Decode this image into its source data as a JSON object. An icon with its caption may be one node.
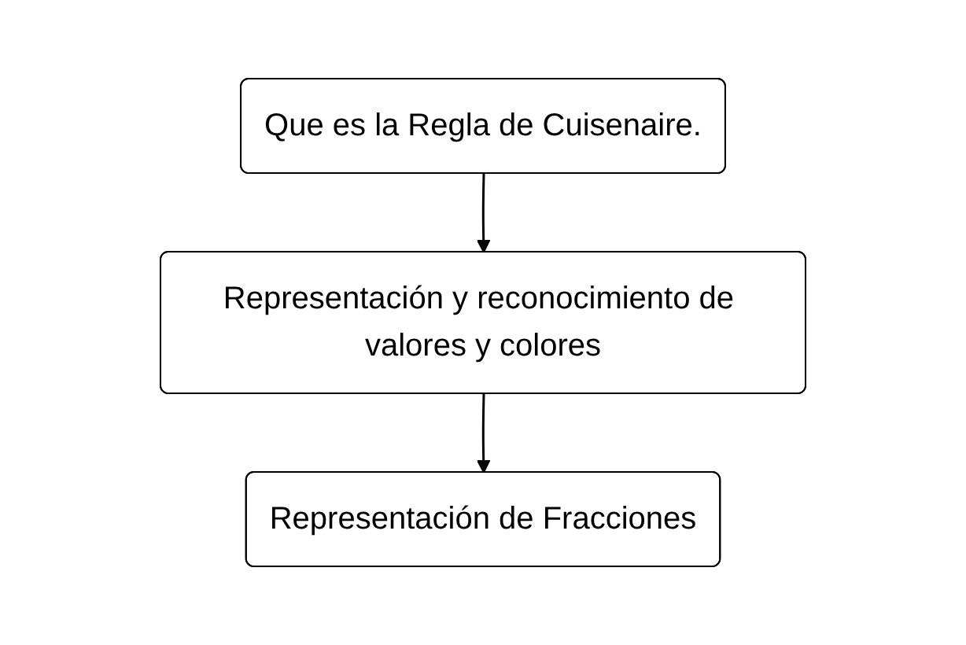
{
  "diagram": {
    "nodes": [
      {
        "text": [
          "Que es la Regla de Cuisenaire."
        ]
      },
      {
        "text": [
          "Representación y reconocimiento de valores y colores"
        ]
      },
      {
        "text": [
          "Representación de Fracciones"
        ]
      }
    ],
    "edges": [
      {
        "from": 0,
        "to": 1,
        "arrow": "to"
      },
      {
        "from": 1,
        "to": 2,
        "arrow": "to"
      }
    ]
  }
}
